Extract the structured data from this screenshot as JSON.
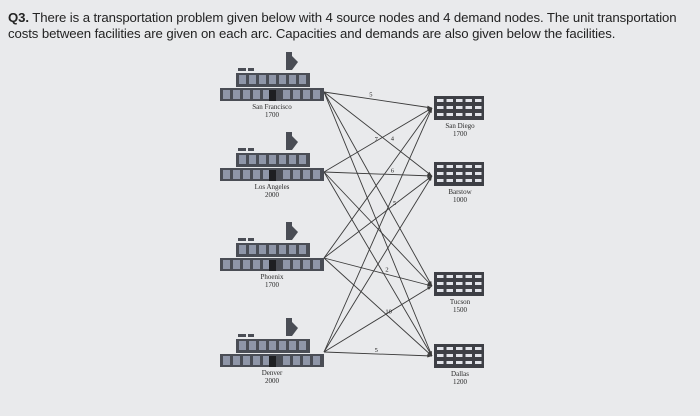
{
  "question": {
    "number": "Q3.",
    "text": "There is a transportation problem given below with 4 source nodes and 4 demand nodes. The unit transportation costs between facilities are given on each arc. Capacities and demands are also given below the facilities."
  },
  "network": {
    "sources": [
      {
        "name": "San Francisco",
        "capacity": "1700"
      },
      {
        "name": "Los Angeles",
        "capacity": "2000"
      },
      {
        "name": "Phoenix",
        "capacity": "1700"
      },
      {
        "name": "Denver",
        "capacity": "2000"
      }
    ],
    "destinations": [
      {
        "name": "San Diego",
        "demand": "1700"
      },
      {
        "name": "Barstow",
        "demand": "1000"
      },
      {
        "name": "Tucson",
        "demand": "1500"
      },
      {
        "name": "Dallas",
        "demand": "1200"
      }
    ],
    "arc_costs": [
      {
        "from": 0,
        "to": 0,
        "cost": "5"
      },
      {
        "from": 0,
        "to": 1,
        "cost": "4"
      },
      {
        "from": 1,
        "to": 1,
        "cost": "6"
      },
      {
        "from": 1,
        "to": 0,
        "cost": "7"
      },
      {
        "from": 2,
        "to": 1,
        "cost": "5"
      },
      {
        "from": 2,
        "to": 2,
        "cost": "2"
      },
      {
        "from": 3,
        "to": 2,
        "cost": "10"
      },
      {
        "from": 3,
        "to": 3,
        "cost": "5"
      }
    ],
    "colors": {
      "arc": "#3b3b3b",
      "building": "#4a4d55",
      "window": "#8f96a8",
      "store": "#3d3f45"
    }
  }
}
